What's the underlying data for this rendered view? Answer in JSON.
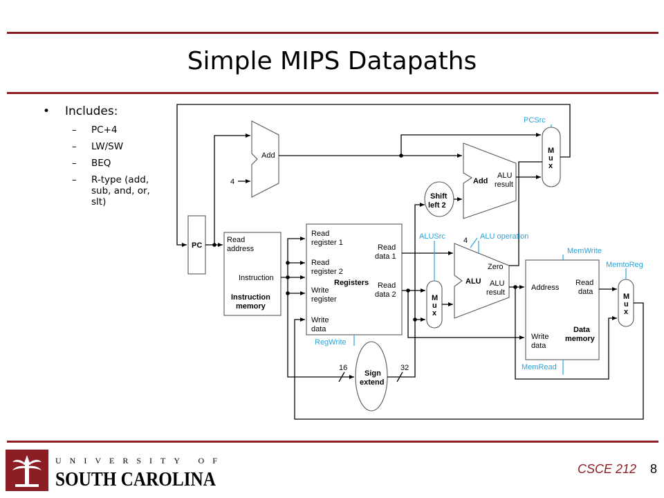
{
  "slide": {
    "title": "Simple MIPS Datapaths",
    "bullet": "Includes:",
    "sub_items": [
      "PC+4",
      "LW/SW",
      "BEQ",
      "R-type (add, sub, and, or, slt)"
    ],
    "course": "CSCE 212",
    "page": "8",
    "university": {
      "line1": "UNIVERSITY OF",
      "line2": "SOUTH CAROLINA"
    }
  },
  "diagram": {
    "pc": "PC",
    "add_top": "Add",
    "const_4": "4",
    "add_branch": "Add",
    "alu_result_branch": [
      "ALU",
      "result"
    ],
    "shift": [
      "Shift",
      "left 2"
    ],
    "mux_letters": [
      "M",
      "u",
      "x"
    ],
    "imem": {
      "read_address": [
        "Read",
        "address"
      ],
      "instruction": "Instruction",
      "name": [
        "Instruction",
        "memory"
      ]
    },
    "regs": {
      "read_reg1": [
        "Read",
        "register 1"
      ],
      "read_reg2": [
        "Read",
        "register 2"
      ],
      "write_reg": [
        "Write",
        "register"
      ],
      "write_data": [
        "Write",
        "data"
      ],
      "read_data1": [
        "Read",
        "data 1"
      ],
      "read_data2": [
        "Read",
        "data 2"
      ],
      "name": "Registers"
    },
    "sign": {
      "name": [
        "Sign",
        "extend"
      ],
      "in_bits": "16",
      "out_bits": "32"
    },
    "alu": {
      "name": "ALU",
      "zero": "Zero",
      "result": [
        "ALU",
        "result"
      ]
    },
    "dmem": {
      "address": "Address",
      "read_data": [
        "Read",
        "data"
      ],
      "write_data": [
        "Write",
        "data"
      ],
      "name": [
        "Data",
        "memory"
      ]
    },
    "control": {
      "pcsrc": "PCSrc",
      "alusrc": "ALUSrc",
      "alu_op_bits": "4",
      "alu_operation": "ALU operation",
      "memwrite": "MemWrite",
      "memtoreg": "MemtoReg",
      "regwrite": "RegWrite",
      "memread": "MemRead"
    },
    "colors": {
      "control": "#29a3d8",
      "accent": "#8c1d24"
    }
  }
}
